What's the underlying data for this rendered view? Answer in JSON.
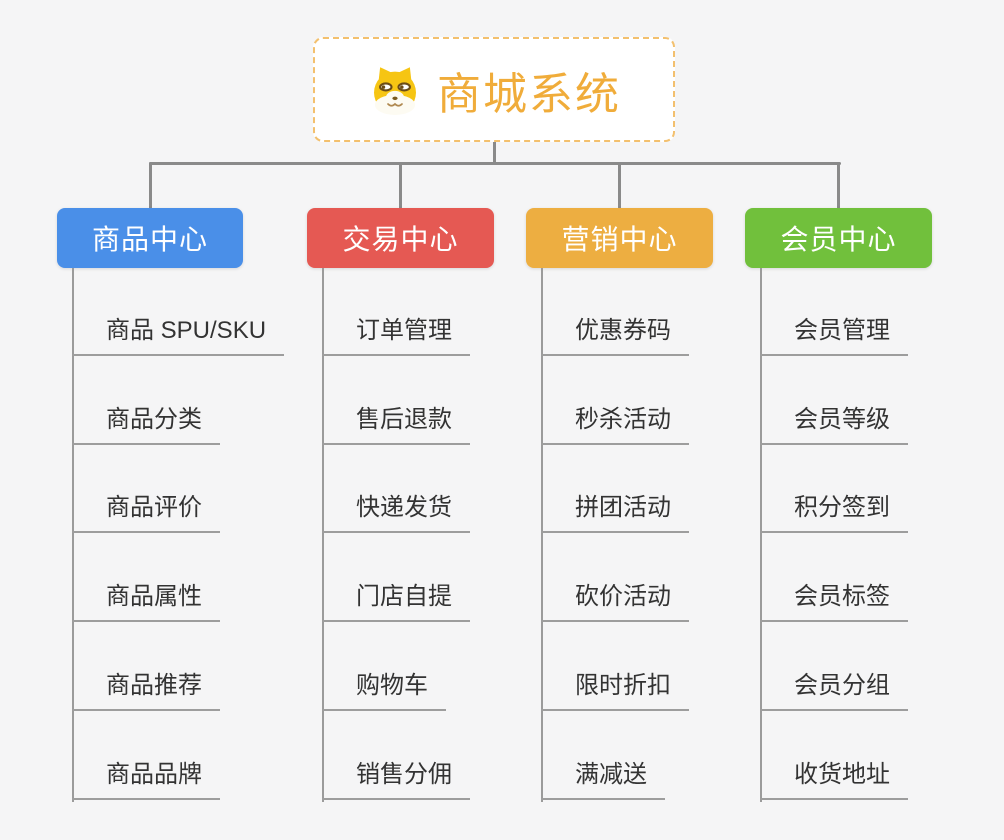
{
  "root": {
    "title": "商城系统",
    "icon": "shiba-dog-icon",
    "accent_color": "#f0ac3a",
    "border_color": "#f3c06e"
  },
  "branches": [
    {
      "label": "商品中心",
      "color": "#4a8fe8",
      "items": [
        "商品 SPU/SKU",
        "商品分类",
        "商品评价",
        "商品属性",
        "商品推荐",
        "商品品牌"
      ]
    },
    {
      "label": "交易中心",
      "color": "#e55953",
      "items": [
        "订单管理",
        "售后退款",
        "快递发货",
        "门店自提",
        "购物车",
        "销售分佣"
      ]
    },
    {
      "label": "营销中心",
      "color": "#edae41",
      "items": [
        "优惠券码",
        "秒杀活动",
        "拼团活动",
        "砍价活动",
        "限时折扣",
        "满减送"
      ]
    },
    {
      "label": "会员中心",
      "color": "#71c03c",
      "items": [
        "会员管理",
        "会员等级",
        "积分签到",
        "会员标签",
        "会员分组",
        "收货地址"
      ]
    }
  ],
  "connector_color": "#8a8a8a"
}
